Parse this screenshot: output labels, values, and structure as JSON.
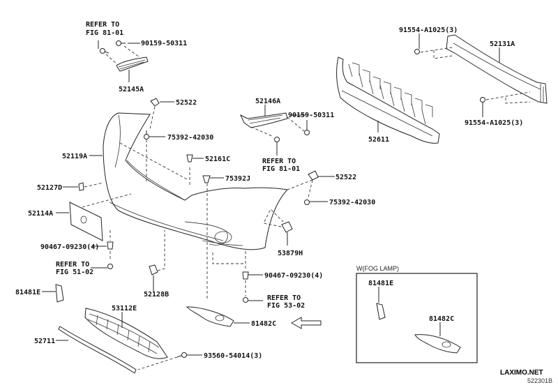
{
  "diagram": {
    "type": "exploded-parts-diagram",
    "subject": "Front bumper & bumper cover",
    "labels": {
      "p52145A": "52145A",
      "p90159_top": "90159-50311",
      "ref_81_01_top_1": "REFER TO",
      "ref_81_01_top_2": "FIG 81-01",
      "p52522_left": "52522",
      "p75392_left": "75392-42030",
      "p52119A": "52119A",
      "p52161C": "52161C",
      "p75392J": "75392J",
      "p52127D": "52127D",
      "p52114A": "52114A",
      "p90467_left": "90467-09230(4)",
      "ref_51_02_1": "REFER TO",
      "ref_51_02_2": "FIG 51-02",
      "p52128B": "52128B",
      "p81481E_left": "81481E",
      "p53112E": "53112E",
      "p52711": "52711",
      "p93560": "93560-54014(3)",
      "p52146A": "52146A",
      "p90159_mid": "90159-50311",
      "ref_81_01_mid_1": "REFER TO",
      "ref_81_01_mid_2": "FIG 81-01",
      "p52522_right": "52522",
      "p75392_right": "75392-42030",
      "p53879H": "53879H",
      "p90467_right": "90467-09230(4)",
      "ref_53_02_1": "REFER TO",
      "ref_53_02_2": "FIG 53-02",
      "p81482C_left": "81482C",
      "p52611": "52611",
      "p91554_top": "91554-A1025(3)",
      "p52131A": "52131A",
      "p91554_bottom": "91554-A1025(3)"
    },
    "inset": {
      "title": "W(FOG LAMP)",
      "p81481E": "81481E",
      "p81482C": "81482C"
    },
    "footer": {
      "brand": "LAXIMO.NET",
      "code": "522301B"
    }
  }
}
